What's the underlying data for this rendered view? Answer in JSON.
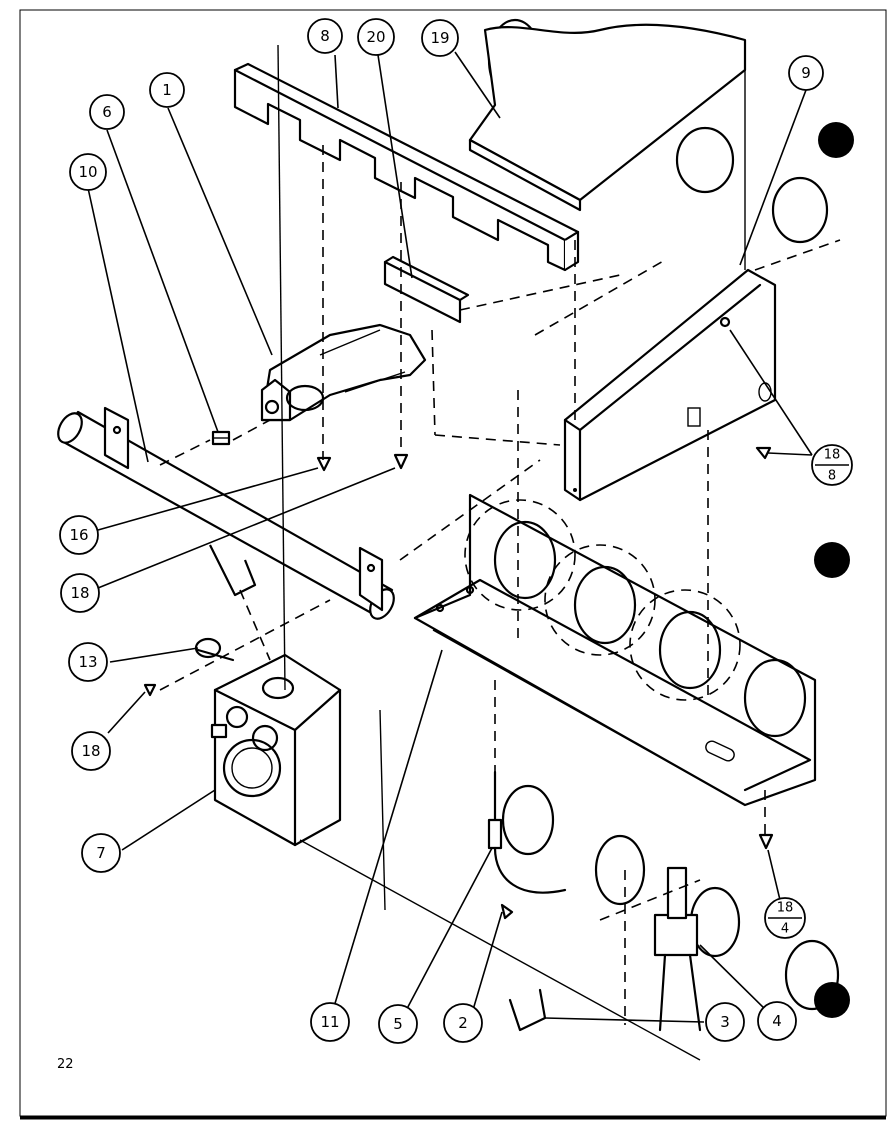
{
  "page_number": "22",
  "callouts": {
    "c1": "1",
    "c2": "2",
    "c3": "3",
    "c4": "4",
    "c5": "5",
    "c6": "6",
    "c7": "7",
    "c8": "8",
    "c9": "9",
    "c10": "10",
    "c11": "11",
    "c13": "13",
    "c16": "16",
    "c18a": "18",
    "c18b": "18",
    "c19": "19",
    "c20": "20"
  },
  "fraction_callouts": {
    "f18_8": {
      "top": "18",
      "bottom": "8"
    },
    "f18_4": {
      "top": "18",
      "bottom": "4"
    }
  }
}
